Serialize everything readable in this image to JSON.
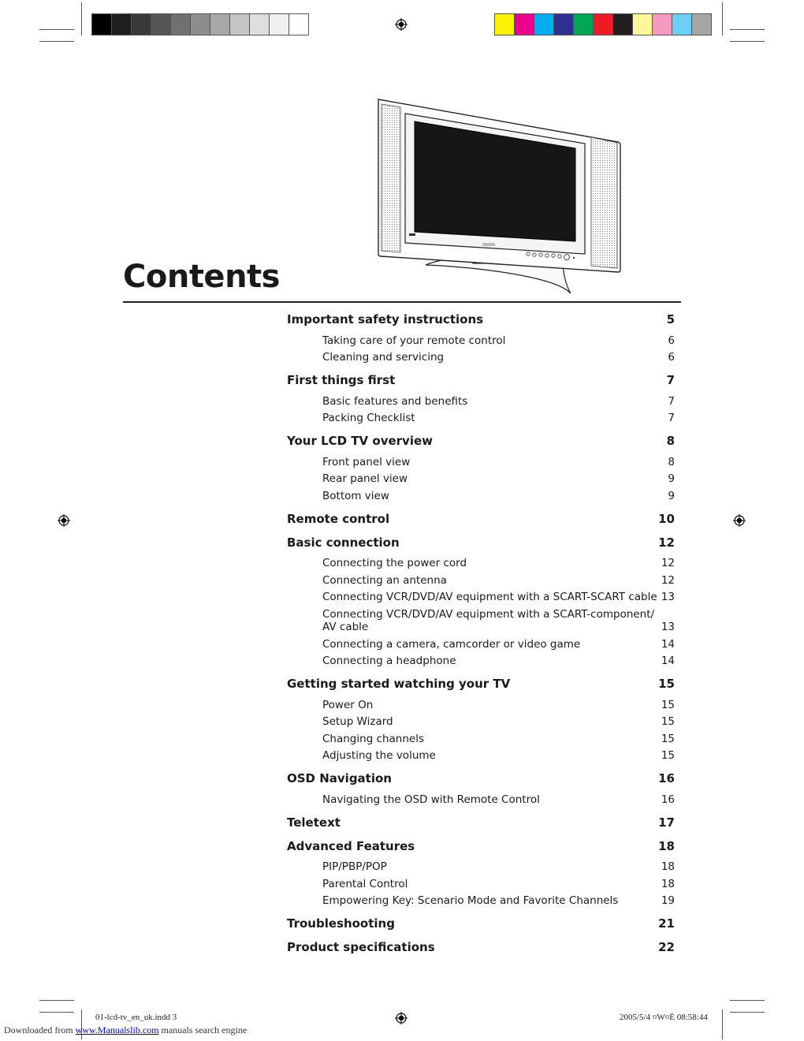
{
  "header": {
    "grayscale_swatches": [
      "#000000",
      "#1e1e1e",
      "#393939",
      "#555555",
      "#717171",
      "#8d8d8d",
      "#a8a8a8",
      "#c4c4c4",
      "#dedede",
      "#f0f0f0",
      "#ffffff"
    ],
    "color_swatches": [
      "#fff200",
      "#ec008c",
      "#00aeef",
      "#2e3192",
      "#00a651",
      "#ed1c24",
      "#231f20",
      "#fff799",
      "#f49ac1",
      "#6dcff6",
      "#a6a6a6"
    ]
  },
  "page_title": "Contents",
  "toc": [
    {
      "title": "Important safety instructions",
      "page": "5",
      "subs": [
        {
          "title": "Taking care of your remote control",
          "page": "6"
        },
        {
          "title": "Cleaning and servicing",
          "page": "6"
        }
      ]
    },
    {
      "title": "First things first",
      "page": "7",
      "subs": [
        {
          "title": "Basic features and benefits",
          "page": "7"
        },
        {
          "title": "Packing Checklist",
          "page": "7"
        }
      ]
    },
    {
      "title": "Your LCD TV overview",
      "page": "8",
      "subs": [
        {
          "title": "Front panel view",
          "page": "8"
        },
        {
          "title": "Rear panel view",
          "page": "9"
        },
        {
          "title": "Bottom view",
          "page": "9"
        }
      ]
    },
    {
      "title": "Remote control",
      "page": "10",
      "subs": []
    },
    {
      "title": "Basic connection",
      "page": "12",
      "subs": [
        {
          "title": "Connecting the power cord",
          "page": "12"
        },
        {
          "title": "Connecting an antenna",
          "page": "12"
        },
        {
          "title": "Connecting VCR/DVD/AV equipment with a SCART-SCART cable",
          "page": "13"
        },
        {
          "title": "Connecting VCR/DVD/AV equipment with a SCART-component/ AV cable",
          "page": "13"
        },
        {
          "title": "Connecting a camera, camcorder or video game",
          "page": "14"
        },
        {
          "title": "Connecting a headphone",
          "page": "14"
        }
      ]
    },
    {
      "title": "Getting started watching your TV",
      "page": "15",
      "subs": [
        {
          "title": "Power On",
          "page": "15"
        },
        {
          "title": "Setup Wizard",
          "page": "15"
        },
        {
          "title": "Changing channels",
          "page": "15"
        },
        {
          "title": "Adjusting the volume",
          "page": "15"
        }
      ]
    },
    {
      "title": "OSD Navigation",
      "page": "16",
      "subs": [
        {
          "title": "Navigating the OSD with Remote Control",
          "page": "16"
        }
      ]
    },
    {
      "title": "Teletext",
      "page": "17",
      "subs": []
    },
    {
      "title": "Advanced Features",
      "page": "18",
      "subs": [
        {
          "title": "PIP/PBP/POP",
          "page": "18"
        },
        {
          "title": "Parental Control",
          "page": "18"
        },
        {
          "title": "Empowering Key: Scenario Mode and Favorite Channels",
          "page": "19"
        }
      ]
    },
    {
      "title": "Troubleshooting",
      "page": "21",
      "subs": []
    },
    {
      "title": "Product specifications",
      "page": "22",
      "subs": []
    }
  ],
  "slug": {
    "file": "01-lcd-tv_en_uk.indd   3",
    "timestamp": "2005/5/4   ¤W¤È 08:58:44"
  },
  "footer": {
    "prefix": "Downloaded from ",
    "link_text": "www.Manualslib.com",
    "suffix": " manuals search engine"
  }
}
